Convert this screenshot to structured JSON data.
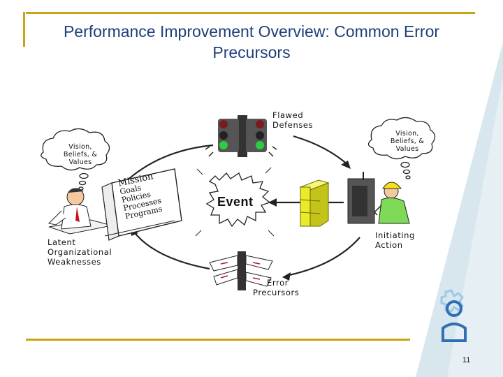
{
  "title": "Performance Improvement Overview: Common Error Precursors",
  "labels": {
    "flawed_defenses_1": "Flawed",
    "flawed_defenses_2": "Defenses",
    "event": "Event",
    "latent_1": "Latent",
    "latent_2": "Organizational",
    "latent_3": "Weaknesses",
    "initiating_1": "Initiating",
    "initiating_2": "Action",
    "precursors_1": "Error",
    "precursors_2": "Precursors"
  },
  "thought_left": {
    "line1": "Vision,",
    "line2": "Beliefs, &",
    "line3": "Values"
  },
  "thought_right": {
    "line1": "Vision,",
    "line2": "Beliefs, &",
    "line3": "Values"
  },
  "binder_lines": [
    "Mission",
    "Goals",
    "Policies",
    "Processes",
    "Programs"
  ],
  "page_number": "11",
  "colors": {
    "title": "#1f3f7a",
    "rule": "#c8a415",
    "corner": "#d8e6ee",
    "logo": "#2f6fb3"
  }
}
